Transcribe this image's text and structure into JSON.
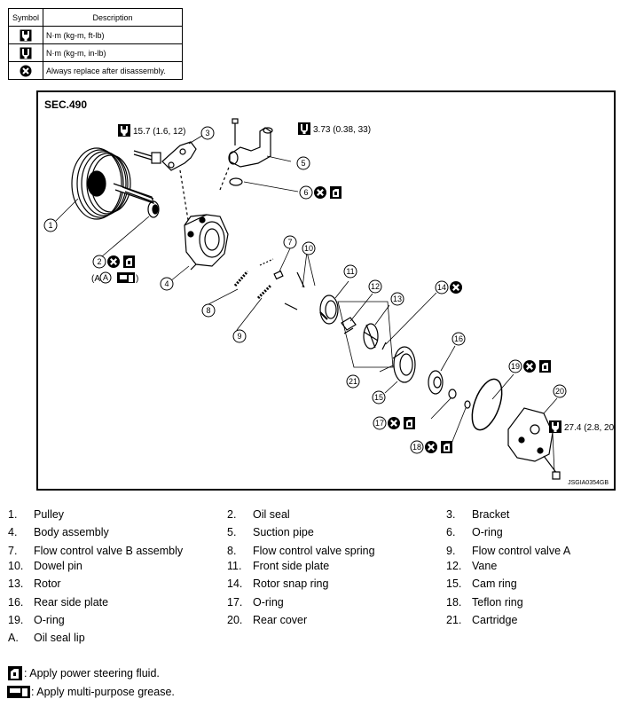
{
  "legend": {
    "header_symbol": "Symbol",
    "header_description": "Description",
    "rows": [
      {
        "icon": "torque-wrench-ftlb-icon",
        "text": "N·m (kg-m, ft-lb)"
      },
      {
        "icon": "torque-wrench-inlb-icon",
        "text": "N·m (kg-m, in-lb)"
      },
      {
        "icon": "replace-x-icon",
        "text": "Always replace after disassembly."
      }
    ]
  },
  "diagram": {
    "section": "SEC.490",
    "image_code": "JSGIA0354GB",
    "torque_bracket": "15.7 (1.6, 12)",
    "torque_pipe": "3.73 (0.38, 33)",
    "torque_cover": "27.4 (2.8, 20)",
    "oil_seal_lip_callout": "(A :",
    "oil_seal_lip_letter": "A",
    "callouts": [
      "1",
      "2",
      "3",
      "4",
      "5",
      "6",
      "7",
      "8",
      "9",
      "10",
      "11",
      "12",
      "13",
      "14",
      "15",
      "16",
      "17",
      "18",
      "19",
      "20",
      "21"
    ]
  },
  "parts": [
    {
      "num": "1.",
      "name": "Pulley"
    },
    {
      "num": "2.",
      "name": "Oil seal"
    },
    {
      "num": "3.",
      "name": "Bracket"
    },
    {
      "num": "4.",
      "name": "Body assembly"
    },
    {
      "num": "5.",
      "name": "Suction pipe"
    },
    {
      "num": "6.",
      "name": "O-ring"
    },
    {
      "num": "7.",
      "name": "Flow control valve B assembly"
    },
    {
      "num": "8.",
      "name": "Flow control valve spring"
    },
    {
      "num": "9.",
      "name": "Flow control valve A"
    },
    {
      "num": "10.",
      "name": "Dowel pin"
    },
    {
      "num": "11.",
      "name": "Front side plate"
    },
    {
      "num": "12.",
      "name": "Vane"
    },
    {
      "num": "13.",
      "name": "Rotor"
    },
    {
      "num": "14.",
      "name": "Rotor snap ring"
    },
    {
      "num": "15.",
      "name": "Cam ring"
    },
    {
      "num": "16.",
      "name": "Rear side plate"
    },
    {
      "num": "17.",
      "name": "O-ring"
    },
    {
      "num": "18.",
      "name": "Teflon ring"
    },
    {
      "num": "19.",
      "name": "O-ring"
    },
    {
      "num": "20.",
      "name": "Rear cover"
    },
    {
      "num": "21.",
      "name": "Cartridge"
    },
    {
      "num": "A.",
      "name": "Oil seal lip"
    }
  ],
  "notes": [
    {
      "icon": "power-steering-fluid-icon",
      "text": ": Apply power steering fluid."
    },
    {
      "icon": "grease-gun-icon",
      "text": ": Apply multi-purpose grease."
    }
  ]
}
